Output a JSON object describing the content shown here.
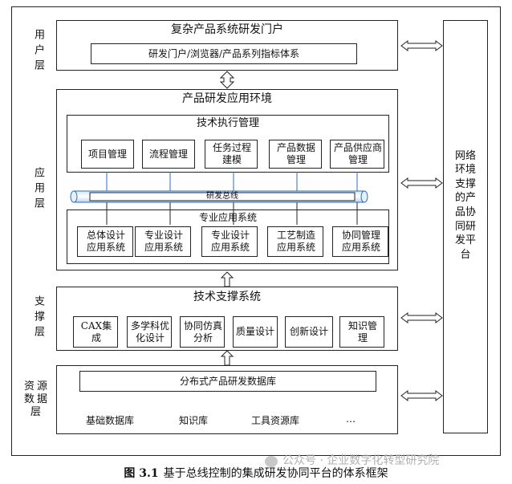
{
  "layers": {
    "user": "用户层",
    "app": "应用层",
    "support": "支撑层",
    "resource": "资源数据层"
  },
  "portal": {
    "title": "复杂产品系统研发门户",
    "sub": "研发门户/浏览器/产品系列指标体系"
  },
  "app_env": {
    "title": "产品研发应用环境",
    "tech_exec": {
      "title": "技术执行管理",
      "items": [
        "项目管理",
        "流程管理",
        "任务过程建模",
        "产品数据管理",
        "产品供应商管理"
      ]
    },
    "bus": "研发总线",
    "pro_apps": {
      "title": "专业应用系统",
      "items": [
        "总体设计应用系统",
        "专业设计应用系统",
        "专业设计应用系统",
        "工艺制造应用系统",
        "协同管理应用系统"
      ]
    }
  },
  "tech_support": {
    "title": "技术支撑系统",
    "items": [
      "CAX集成",
      "多学科优化设计",
      "协同仿真分析",
      "质量设计",
      "创新设计",
      "知识管理"
    ]
  },
  "resource": {
    "db": "分布式产品研发数据库",
    "stores": [
      "基础数据库",
      "知识库",
      "工具资源库",
      "…"
    ]
  },
  "platform": "网络环境支撑的产品协同研发平台",
  "caption": {
    "num": "图 3.1",
    "text": "基于总线控制的集成研发协同平台的体系框架"
  },
  "watermark": "公众号 · 企业数字化转型研究院"
}
